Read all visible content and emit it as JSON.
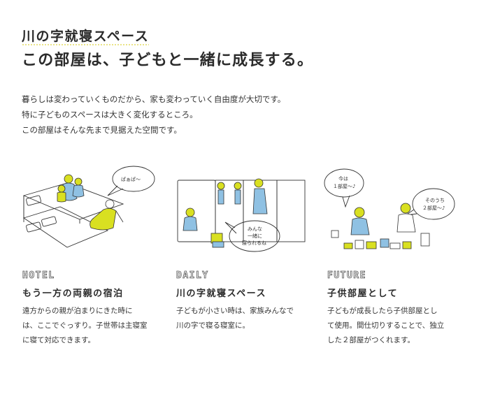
{
  "header": {
    "kicker": "川の字就寝スペース",
    "headline": "この部屋は、子どもと一緒に成長する。"
  },
  "intro": [
    "暮らしは変わっていくものだから、家も変わっていく自由度が大切です。",
    "特に子どものスペースは大きく変化するところ。",
    "この部屋はそんな先まで見据えた空間です。"
  ],
  "columns": [
    {
      "label": "HOTEL",
      "title": "もう一方の両親の宿泊",
      "body": [
        "遠方からの親が泊まりにきた時に",
        "は、ここでぐっすり。子世帯は主寝室",
        "に寝て対応できます。"
      ],
      "bubbles": [
        "ぱぁぱ～"
      ]
    },
    {
      "label": "DAILY",
      "title": "川の字就寝スペース",
      "body": [
        "子どもが小さい時は、家族みんなで",
        "川の字で寝る寝室に。"
      ],
      "bubbles": [
        "みんな",
        "一緒に",
        "寝られるね"
      ]
    },
    {
      "label": "FUTURE",
      "title": "子供部屋として",
      "body": [
        "子どもが成長したら子供部屋とし",
        "て使用。間仕切りすることで、独立",
        "した２部屋がつくれます。"
      ],
      "bubbles": [
        "今は",
        "１部屋～♪",
        "そのうち",
        "２部屋～♪"
      ]
    }
  ],
  "colors": {
    "accent_yellow": "#d9e021",
    "accent_blue": "#8fc1e3",
    "line": "#333333"
  }
}
